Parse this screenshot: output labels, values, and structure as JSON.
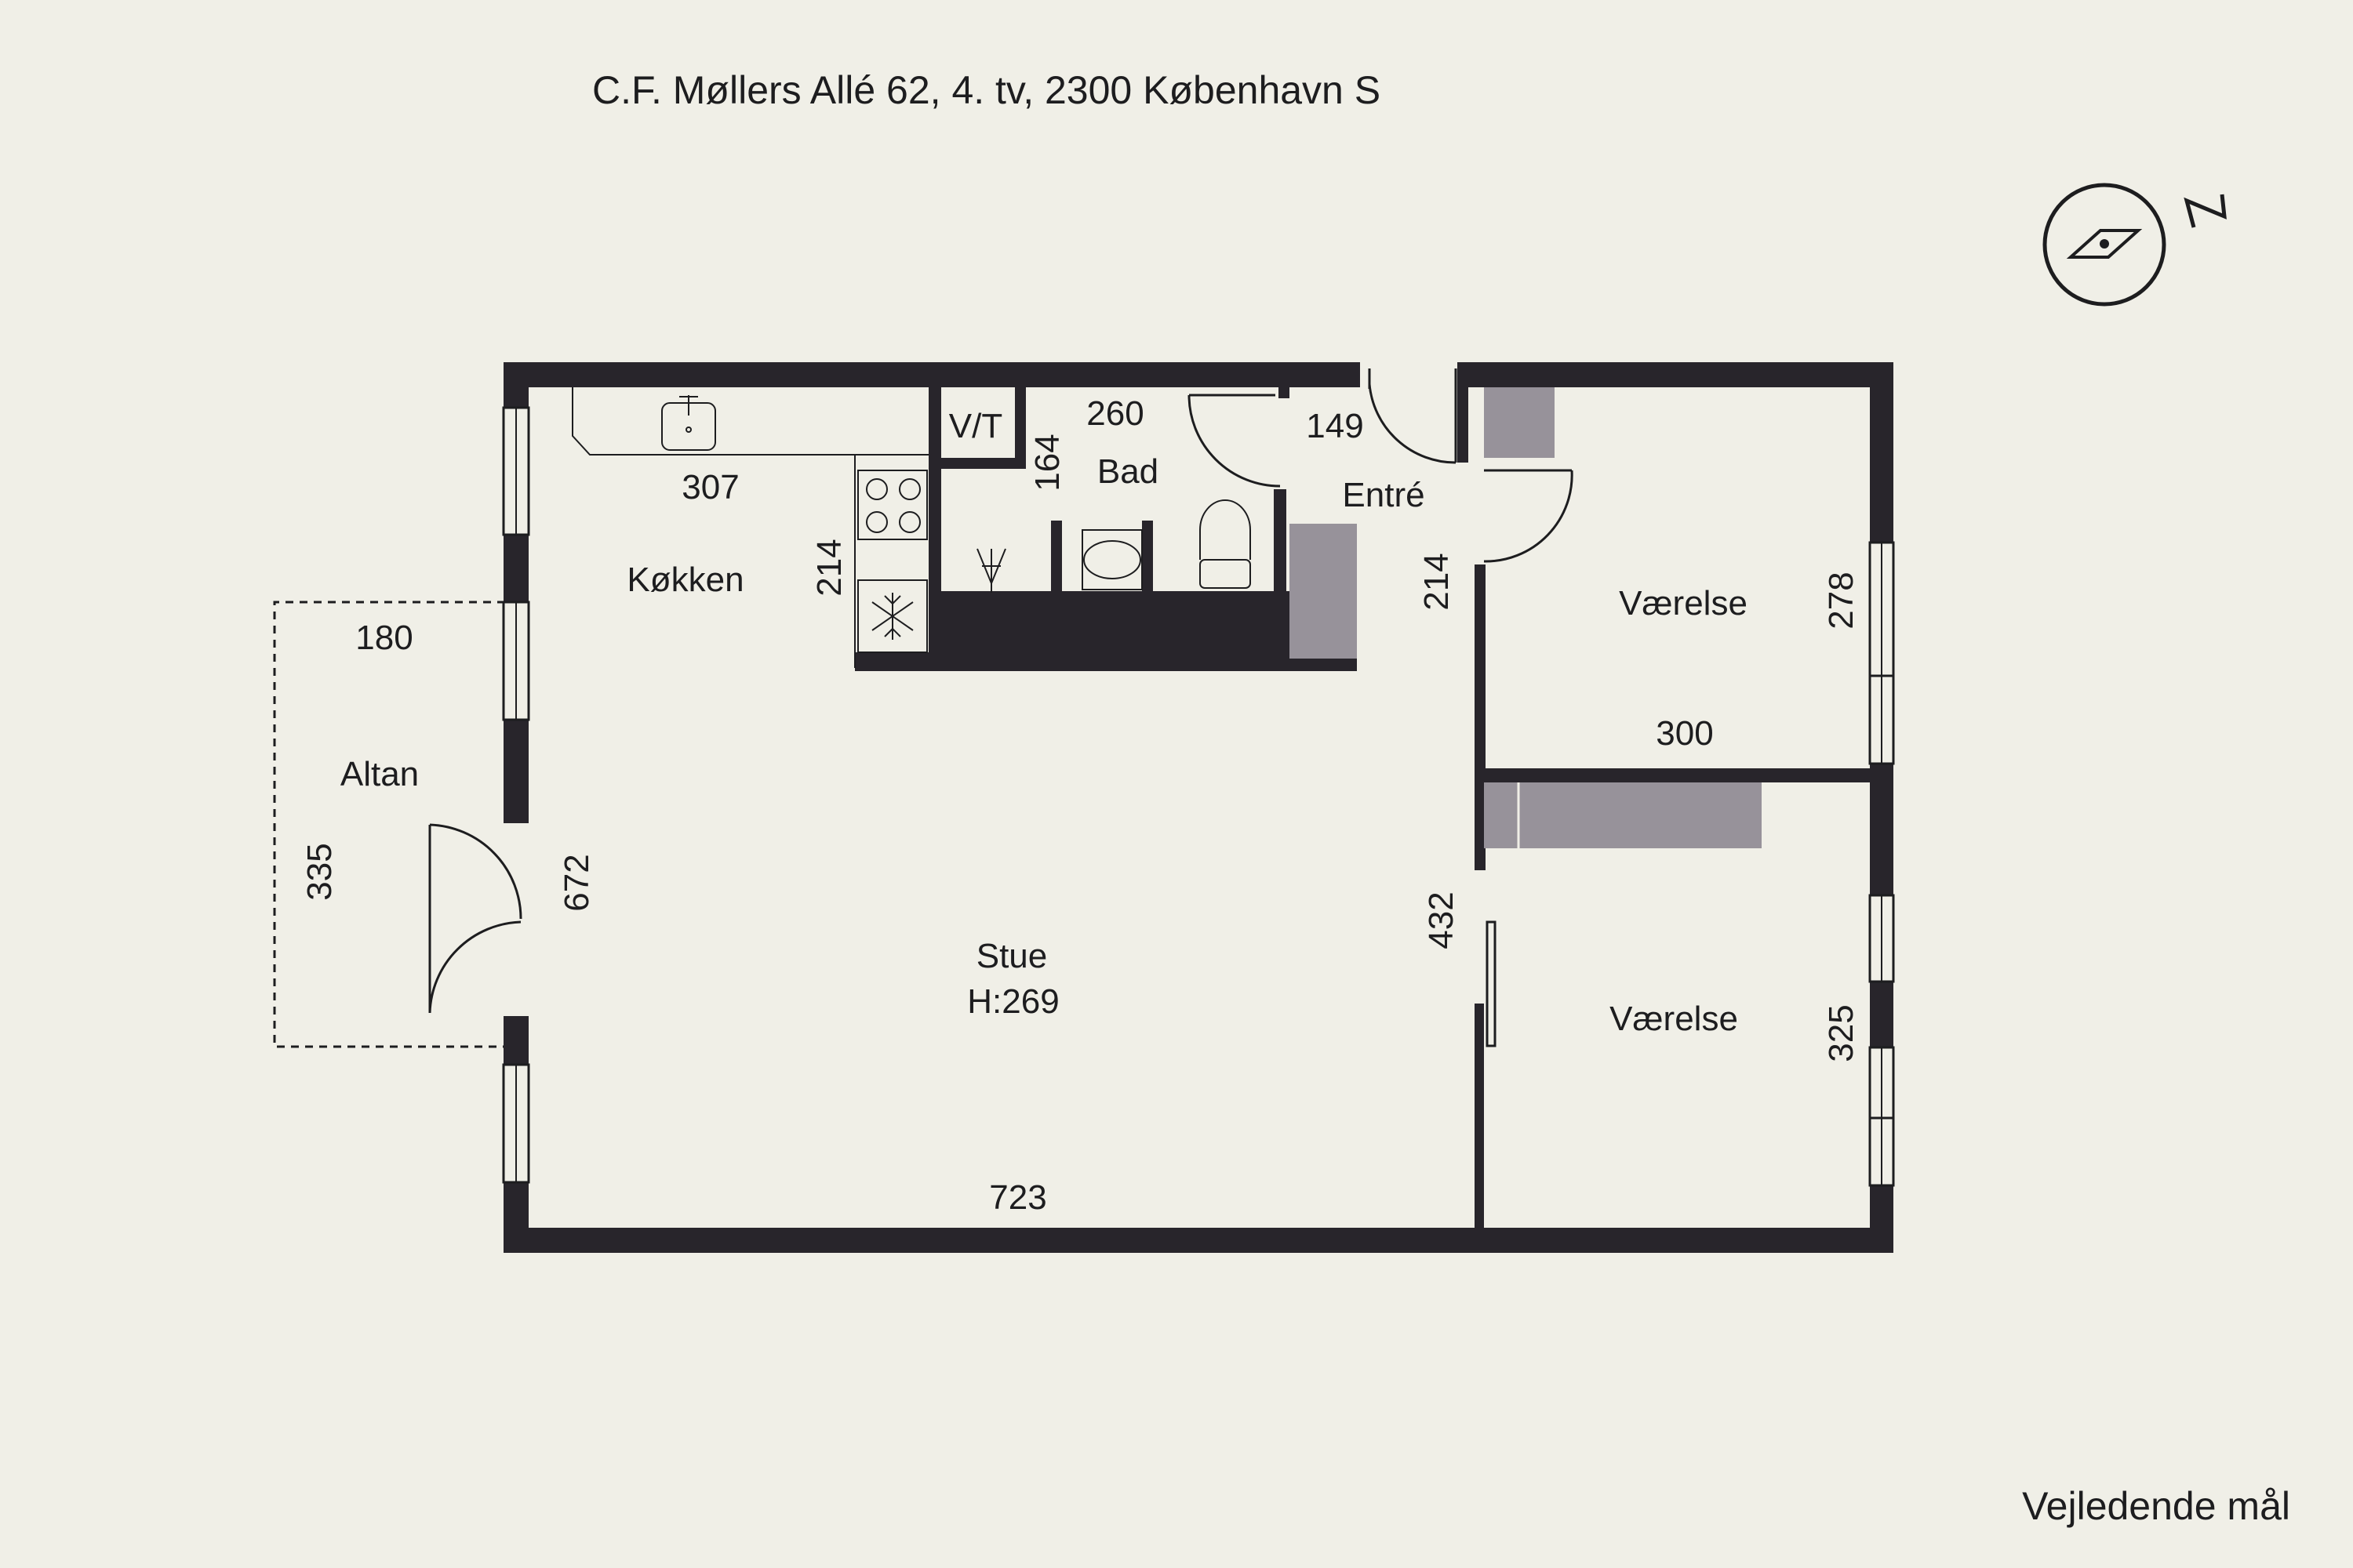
{
  "header": {
    "address": "C.F. Møllers Allé 62, 4. tv, 2300 København S"
  },
  "footer": {
    "note": "Vejledende mål"
  },
  "compass": {
    "north_label": "N"
  },
  "rooms": {
    "kitchen": "Køkken",
    "bath": "Bad",
    "vt": "V/T",
    "entry": "Entré",
    "room1": "Værelse",
    "room2": "Værelse",
    "living": "Stue",
    "living_height": "H:269",
    "balcony": "Altan"
  },
  "dimensions": {
    "kitchen_width": "307",
    "kitchen_depth": "214",
    "bath_width": "260",
    "bath_depth": "164",
    "entry_width": "149",
    "entry_depth": "214",
    "room1_height": "278",
    "room1_width": "300",
    "room2_height": "325",
    "hall_depth": "432",
    "living_depth": "672",
    "living_width": "723",
    "balcony_width": "180",
    "balcony_depth": "335"
  },
  "colors": {
    "background": "#f0efe7",
    "wall": "#28252b",
    "closet": "#97929a",
    "line": "#1d1d1f"
  }
}
